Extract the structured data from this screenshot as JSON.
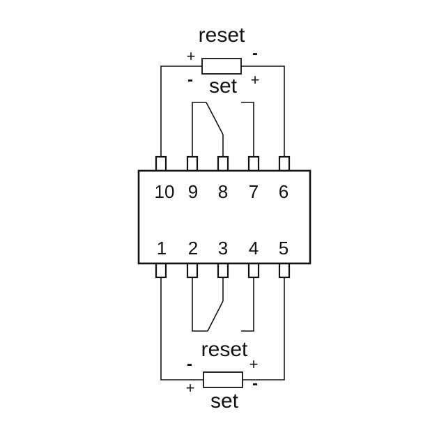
{
  "top": {
    "reset_label": "reset",
    "set_label": "set",
    "reset_plus": "+",
    "reset_minus": "-",
    "set_minus": "-",
    "set_plus": "+"
  },
  "bottom": {
    "reset_label": "reset",
    "set_label": "set",
    "reset_minus": "-",
    "reset_plus": "+",
    "set_plus": "+",
    "set_minus": "-"
  },
  "pins": {
    "top": [
      "10",
      "9",
      "8",
      "7",
      "6"
    ],
    "bottom": [
      "1",
      "2",
      "3",
      "4",
      "5"
    ]
  }
}
